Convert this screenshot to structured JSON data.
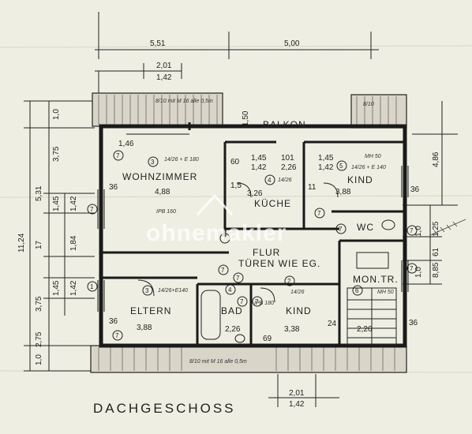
{
  "plan": {
    "title": "DACHGESCHOSS",
    "watermark": "ohnemakler",
    "rooms": {
      "balkon": "BALKON",
      "wohnzimmer": "WOHNZIMMER",
      "kueche": "KÜCHE",
      "kind_top": "KIND",
      "wc": "WC",
      "flur_line1": "FLUR",
      "flur_line2": "TÜREN WIE EG.",
      "mon_tr": "MON.TR.",
      "eltern": "ELTERN",
      "bad": "BAD",
      "kind_bottom": "KIND"
    },
    "dims_top": [
      "5,51",
      "5,00",
      "2,01",
      "1,42"
    ],
    "dims_bottom": [
      "2,01",
      "1,42"
    ],
    "dims_left": [
      "1,0",
      "3,75",
      "5,31",
      "11,24",
      "1,45",
      "1,42",
      "17",
      "1,84",
      "3,75",
      "1,45",
      "1,42",
      "2,75",
      "1,0"
    ],
    "dims_right": [
      "4,86",
      "36",
      "1,25",
      "1,0",
      "61",
      "8,85",
      "1,0"
    ],
    "room_dims": [
      "1,50",
      "1,45",
      "1,42",
      "60",
      "101",
      "2,26",
      "1,45",
      "1,42",
      "4,88",
      "3,26",
      "3,88",
      "1,46",
      "36",
      "1,5",
      "36",
      "36",
      "11",
      "36",
      "3,88",
      "2,26",
      "3,38",
      "2,26",
      "69",
      "24",
      "2,01",
      "36",
      "4",
      "11"
    ],
    "callouts": [
      "3",
      "4",
      "5",
      "6",
      "7",
      "1",
      "2"
    ],
    "notes": [
      "8/10 mit M 16 alle 0,5m",
      "8/10",
      "14/26 + E 180",
      "14/26",
      "IPB 160",
      "14/26 + E 140",
      "MH 50",
      "MH 50",
      "14/26+E140",
      "IPB 180",
      "14/26"
    ]
  }
}
